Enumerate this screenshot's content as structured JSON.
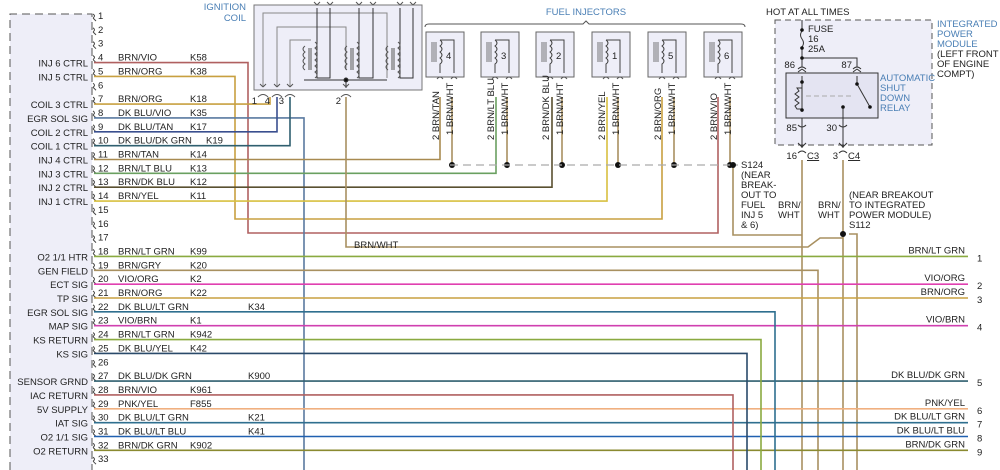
{
  "title": "Engine control wiring schematic: PCM connector, ignition coil, fuel injectors, integrated power module",
  "colors": {
    "BRN/VIO": "#b06060",
    "BRN/ORG": "#c8a040",
    "DK BLU/VIO": "#3a4f8f",
    "DK BLU/TAN": "#5a7aa0",
    "DK BLU/DK GRN": "#2f5f6f",
    "BRN/TAN": "#a88a50",
    "BRN/LT BLU": "#6aa060",
    "BRN/DK BLU": "#5a5030",
    "BRN/YEL": "#d8c040",
    "BRN/LT GRN": "#8aaa40",
    "BRN/GRY": "#a89060",
    "VIO/ORG": "#e040b0",
    "DK BLU/LT GRN": "#2f6f8f",
    "VIO/BRN": "#d040b0",
    "DK BLU/YEL": "#2a4a6a",
    "PNK/YEL": "#f0b080",
    "DK BLU/LT BLU": "#2060b0",
    "BRN/DK GRN": "#8a8a30",
    "BRN/WHT": "#a89060",
    "module": "#eeeef8",
    "label_blue": "#4a7fb5"
  },
  "pcm": {
    "pins": [
      {
        "num": "1",
        "func": "",
        "wire": "",
        "circuit": ""
      },
      {
        "num": "2",
        "func": "",
        "wire": "",
        "circuit": ""
      },
      {
        "num": "3",
        "func": "",
        "wire": "",
        "circuit": ""
      },
      {
        "num": "4",
        "func": "INJ 6 CTRL",
        "wire": "BRN/VIO",
        "circuit": "K58"
      },
      {
        "num": "5",
        "func": "INJ 5 CTRL",
        "wire": "BRN/ORG",
        "circuit": "K38"
      },
      {
        "num": "6",
        "func": "",
        "wire": "",
        "circuit": ""
      },
      {
        "num": "7",
        "func": "COIL 3 CTRL",
        "wire": "BRN/ORG",
        "circuit": "K18"
      },
      {
        "num": "8",
        "func": "EGR SOL SIG",
        "wire": "DK BLU/VIO",
        "circuit": "K35"
      },
      {
        "num": "9",
        "func": "COIL 2 CTRL",
        "wire": "DK BLU/TAN",
        "circuit": "K17"
      },
      {
        "num": "10",
        "func": "COIL 1 CTRL",
        "wire": "DK BLU/DK GRN",
        "circuit": "K19"
      },
      {
        "num": "11",
        "func": "INJ 4 CTRL",
        "wire": "BRN/TAN",
        "circuit": "K14"
      },
      {
        "num": "12",
        "func": "INJ 3 CTRL",
        "wire": "BRN/LT BLU",
        "circuit": "K13"
      },
      {
        "num": "13",
        "func": "INJ 2 CTRL",
        "wire": "BRN/DK BLU",
        "circuit": "K12"
      },
      {
        "num": "14",
        "func": "INJ 1 CTRL",
        "wire": "BRN/YEL",
        "circuit": "K11"
      },
      {
        "num": "15",
        "func": "",
        "wire": "",
        "circuit": ""
      },
      {
        "num": "16",
        "func": "",
        "wire": "",
        "circuit": ""
      },
      {
        "num": "17",
        "func": "",
        "wire": "",
        "circuit": ""
      },
      {
        "num": "18",
        "func": "O2 1/1 HTR",
        "wire": "BRN/LT GRN",
        "circuit": "K99"
      },
      {
        "num": "19",
        "func": "GEN FIELD",
        "wire": "BRN/GRY",
        "circuit": "K20"
      },
      {
        "num": "20",
        "func": "ECT SIG",
        "wire": "VIO/ORG",
        "circuit": "K2"
      },
      {
        "num": "21",
        "func": "TP SIG",
        "wire": "BRN/ORG",
        "circuit": "K22"
      },
      {
        "num": "22",
        "func": "EGR SOL SIG",
        "wire": "DK BLU/LT GRN",
        "circuit": "K34"
      },
      {
        "num": "23",
        "func": "MAP SIG",
        "wire": "VIO/BRN",
        "circuit": "K1"
      },
      {
        "num": "24",
        "func": "KS RETURN",
        "wire": "BRN/LT GRN",
        "circuit": "K942"
      },
      {
        "num": "25",
        "func": "KS SIG",
        "wire": "DK BLU/YEL",
        "circuit": "K42"
      },
      {
        "num": "26",
        "func": "",
        "wire": "",
        "circuit": ""
      },
      {
        "num": "27",
        "func": "SENSOR GRND",
        "wire": "DK BLU/DK GRN",
        "circuit": "K900"
      },
      {
        "num": "28",
        "func": "IAC RETURN",
        "wire": "BRN/VIO",
        "circuit": "K961"
      },
      {
        "num": "29",
        "func": "5V SUPPLY",
        "wire": "PNK/YEL",
        "circuit": "F855"
      },
      {
        "num": "30",
        "func": "IAT SIG",
        "wire": "DK BLU/LT GRN",
        "circuit": "K21"
      },
      {
        "num": "31",
        "func": "O2 1/1 SIG",
        "wire": "DK BLU/LT BLU",
        "circuit": "K41"
      },
      {
        "num": "32",
        "func": "O2 RETURN",
        "wire": "BRN/DK GRN",
        "circuit": "K902"
      },
      {
        "num": "33",
        "func": "",
        "wire": "",
        "circuit": ""
      }
    ]
  },
  "ignition_coil": {
    "label_line1": "IGNITION",
    "label_line2": "COIL",
    "pins": [
      "1",
      "4",
      "3",
      "2"
    ]
  },
  "fuel_injectors": {
    "label": "FUEL INJECTORS",
    "injectors": [
      {
        "num": "4",
        "pin2_wire": "BRN/TAN",
        "pin1_wire": "BRN/WHT"
      },
      {
        "num": "3",
        "pin2_wire": "BRN/LT BLU",
        "pin1_wire": "BRN/WHT"
      },
      {
        "num": "2",
        "pin2_wire": "BRN/DK BLU",
        "pin1_wire": "BRN/WHT"
      },
      {
        "num": "1",
        "pin2_wire": "BRN/YEL",
        "pin1_wire": "BRN/WHT"
      },
      {
        "num": "5",
        "pin2_wire": "BRN/ORG",
        "pin1_wire": "BRN/WHT"
      },
      {
        "num": "6",
        "pin2_wire": "BRN/VIO",
        "pin1_wire": "BRN/WHT"
      }
    ],
    "pin2": "2",
    "pin1": "1"
  },
  "power_module": {
    "hot_label": "HOT AT ALL TIMES",
    "fuse_label": "FUSE",
    "fuse_num": "16",
    "fuse_rating": "25A",
    "pin86": "86",
    "pin87": "87",
    "pin85": "85",
    "pin30": "30",
    "relay_label": [
      "AUTOMATIC",
      "SHUT",
      "DOWN",
      "RELAY"
    ],
    "module_label": [
      "INTEGRATED",
      "POWER",
      "MODULE"
    ],
    "module_location": [
      "(LEFT FRONT",
      "OF ENGINE",
      "COMPT)"
    ],
    "conn_c3_pin": "16",
    "conn_c3": "C3",
    "conn_c4_pin": "3",
    "conn_c4": "C4"
  },
  "splices": {
    "s124": {
      "id": "S124",
      "note": [
        "(NEAR",
        "BREAK-",
        "OUT TO",
        "FUEL",
        "INJ 5",
        "& 6)"
      ]
    },
    "s112": {
      "id": "S112",
      "note": [
        "(NEAR BREAKOUT",
        "TO INTEGRATED",
        "POWER MODULE)"
      ]
    },
    "brn_wht_a": [
      "BRN/",
      "WHT"
    ],
    "brn_wht_b": [
      "BRN/",
      "WHT"
    ],
    "brn_wht_coil": "BRN/WHT"
  },
  "right_outputs": [
    {
      "num": "1",
      "wire": "BRN/LT GRN"
    },
    {
      "num": "2",
      "wire": "VIO/ORG"
    },
    {
      "num": "3",
      "wire": "BRN/ORG"
    },
    {
      "num": "4",
      "wire": "VIO/BRN"
    },
    {
      "num": "5",
      "wire": "DK BLU/DK GRN"
    },
    {
      "num": "6",
      "wire": "PNK/YEL"
    },
    {
      "num": "7",
      "wire": "DK BLU/LT GRN"
    },
    {
      "num": "8",
      "wire": "DK BLU/LT BLU"
    },
    {
      "num": "9",
      "wire": "BRN/DK GRN"
    }
  ]
}
